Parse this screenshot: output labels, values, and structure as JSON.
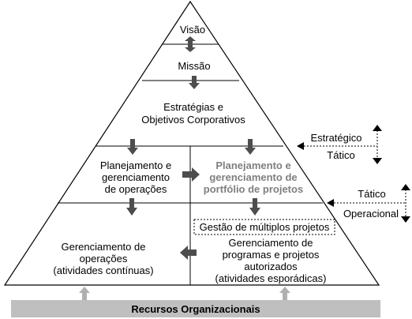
{
  "pyramid": {
    "visao": "Visão",
    "missao": "Missão",
    "estrategias": [
      "Estratégias e",
      "Objetivos Corporativos"
    ],
    "planejamento_operacoes": [
      "Planejamento e",
      "gerenciamento",
      "de operações"
    ],
    "planejamento_portfolio": [
      "Planejamento e",
      "gerenciamento de",
      "portfólio de projetos"
    ],
    "gerenciamento_operacoes": [
      "Gerenciamento de",
      "operações",
      "(atividades contínuas)"
    ],
    "gestao_multiplos": "Gestão de múltiplos projetos",
    "gerenciamento_programas": [
      "Gerenciamento de",
      "programas e projetos",
      "autorizados",
      "(atividades esporádicas)"
    ]
  },
  "levels": {
    "estrategico": "Estratégico",
    "tatico_upper": "Tático",
    "tatico_lower": "Tático",
    "operacional": "Operacional"
  },
  "base": {
    "label": "Recursos Organizacionais"
  },
  "colors": {
    "arrow": "#4d4d4d",
    "base_bar": "#bfbfbf",
    "base_arrow": "#b0b0b0",
    "portfolio_text": "#7f7f7f"
  }
}
